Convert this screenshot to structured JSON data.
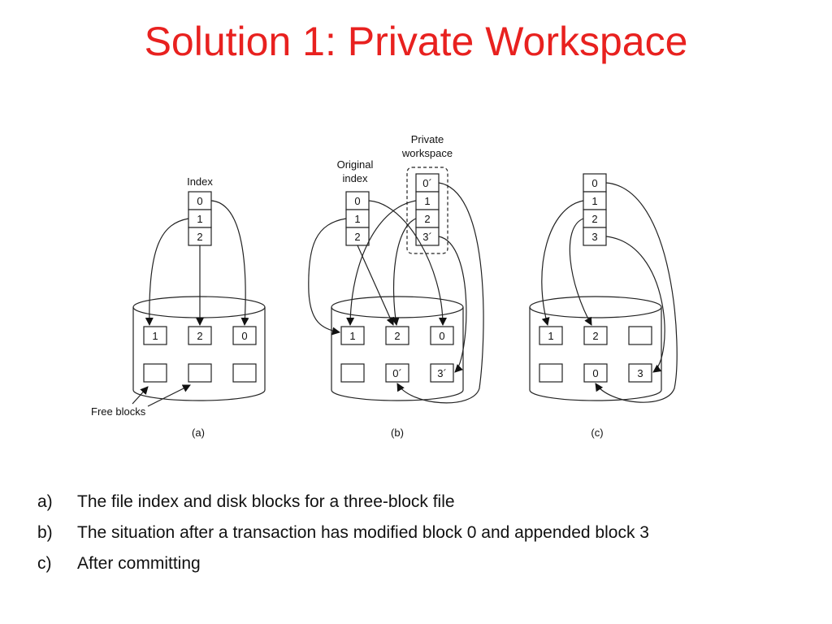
{
  "title": "Solution 1: Private Workspace",
  "diagram": {
    "label_index": "Index",
    "label_original_index_line1": "Original",
    "label_original_index_line2": "index",
    "label_private_line1": "Private",
    "label_private_line2": "workspace",
    "label_free_blocks": "Free blocks",
    "a": {
      "caption": "(a)",
      "index": [
        "0",
        "1",
        "2"
      ],
      "disk_row1": [
        "1",
        "2",
        "0"
      ],
      "disk_row2": [
        "",
        "",
        ""
      ]
    },
    "b": {
      "caption": "(b)",
      "original_index": [
        "0",
        "1",
        "2"
      ],
      "private_index": [
        "0´",
        "1",
        "2",
        "3´"
      ],
      "disk_row1": [
        "1",
        "2",
        "0"
      ],
      "disk_row2": [
        "",
        "0´",
        "3´"
      ]
    },
    "c": {
      "caption": "(c)",
      "index": [
        "0",
        "1",
        "2",
        "3"
      ],
      "disk_row1": [
        "1",
        "2",
        ""
      ],
      "disk_row2": [
        "",
        "0",
        "3"
      ]
    }
  },
  "captions": [
    {
      "marker": "a)",
      "text": "The file index and disk blocks for a three-block file"
    },
    {
      "marker": "b)",
      "text": "The situation after a transaction has modified block 0 and appended block 3"
    },
    {
      "marker": "c)",
      "text": "After committing"
    }
  ]
}
